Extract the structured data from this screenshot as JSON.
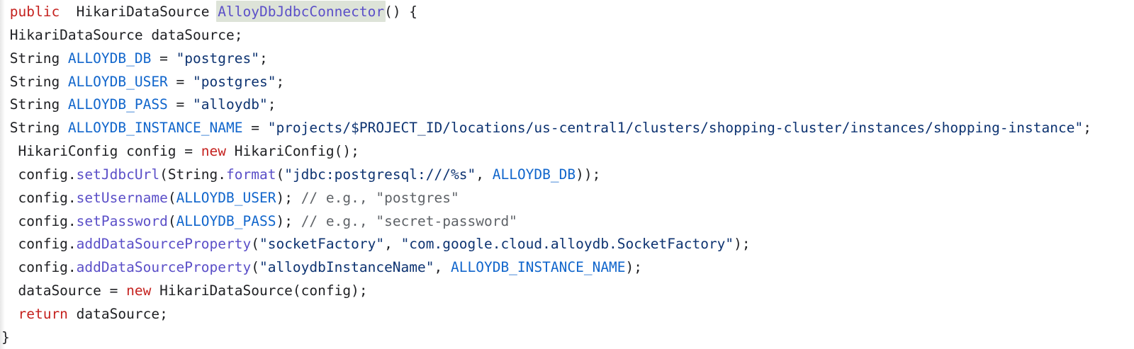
{
  "code_block": {
    "language": "java",
    "highlight_color": "#dde3d8",
    "colors": {
      "plain": "#202124",
      "keyword": "#c5221f",
      "constant": "#1166cc",
      "string": "#0d3371",
      "function": "#5b4fc8",
      "comment": "#5f6368"
    },
    "lines": [
      [
        {
          "t": " ",
          "c": "plain"
        },
        {
          "t": "public",
          "c": "keyword"
        },
        {
          "t": "  HikariDataSource ",
          "c": "plain"
        },
        {
          "t": "AlloyDbJdbcConnector",
          "c": "function",
          "hl": true
        },
        {
          "t": "() {",
          "c": "plain"
        }
      ],
      [
        {
          "t": " HikariDataSource dataSource;",
          "c": "plain"
        }
      ],
      [
        {
          "t": " String ",
          "c": "plain"
        },
        {
          "t": "ALLOYDB_DB",
          "c": "constant"
        },
        {
          "t": " = ",
          "c": "plain"
        },
        {
          "t": "\"postgres\"",
          "c": "string"
        },
        {
          "t": ";",
          "c": "plain"
        }
      ],
      [
        {
          "t": " String ",
          "c": "plain"
        },
        {
          "t": "ALLOYDB_USER",
          "c": "constant"
        },
        {
          "t": " = ",
          "c": "plain"
        },
        {
          "t": "\"postgres\"",
          "c": "string"
        },
        {
          "t": ";",
          "c": "plain"
        }
      ],
      [
        {
          "t": " String ",
          "c": "plain"
        },
        {
          "t": "ALLOYDB_PASS",
          "c": "constant"
        },
        {
          "t": " = ",
          "c": "plain"
        },
        {
          "t": "\"alloydb\"",
          "c": "string"
        },
        {
          "t": ";",
          "c": "plain"
        }
      ],
      [
        {
          "t": " String ",
          "c": "plain"
        },
        {
          "t": "ALLOYDB_INSTANCE_NAME",
          "c": "constant"
        },
        {
          "t": " = ",
          "c": "plain"
        },
        {
          "t": "\"projects/$PROJECT_ID/locations/us-central1/clusters/shopping-cluster/instances/shopping-instance\"",
          "c": "string"
        },
        {
          "t": ";",
          "c": "plain"
        }
      ],
      [
        {
          "t": "  HikariConfig config = ",
          "c": "plain"
        },
        {
          "t": "new",
          "c": "keyword"
        },
        {
          "t": " HikariConfig();",
          "c": "plain"
        }
      ],
      [
        {
          "t": "  config.",
          "c": "plain"
        },
        {
          "t": "setJdbcUrl",
          "c": "function"
        },
        {
          "t": "(String.",
          "c": "plain"
        },
        {
          "t": "format",
          "c": "function"
        },
        {
          "t": "(",
          "c": "plain"
        },
        {
          "t": "\"jdbc:postgresql:///%s\"",
          "c": "string"
        },
        {
          "t": ", ",
          "c": "plain"
        },
        {
          "t": "ALLOYDB_DB",
          "c": "constant"
        },
        {
          "t": "));",
          "c": "plain"
        }
      ],
      [
        {
          "t": "  config.",
          "c": "plain"
        },
        {
          "t": "setUsername",
          "c": "function"
        },
        {
          "t": "(",
          "c": "plain"
        },
        {
          "t": "ALLOYDB_USER",
          "c": "constant"
        },
        {
          "t": "); ",
          "c": "plain"
        },
        {
          "t": "// e.g., \"postgres\"",
          "c": "comment"
        }
      ],
      [
        {
          "t": "  config.",
          "c": "plain"
        },
        {
          "t": "setPassword",
          "c": "function"
        },
        {
          "t": "(",
          "c": "plain"
        },
        {
          "t": "ALLOYDB_PASS",
          "c": "constant"
        },
        {
          "t": "); ",
          "c": "plain"
        },
        {
          "t": "// e.g., \"secret-password\"",
          "c": "comment"
        }
      ],
      [
        {
          "t": "  config.",
          "c": "plain"
        },
        {
          "t": "addDataSourceProperty",
          "c": "function"
        },
        {
          "t": "(",
          "c": "plain"
        },
        {
          "t": "\"socketFactory\"",
          "c": "string"
        },
        {
          "t": ", ",
          "c": "plain"
        },
        {
          "t": "\"com.google.cloud.alloydb.SocketFactory\"",
          "c": "string"
        },
        {
          "t": ");",
          "c": "plain"
        }
      ],
      [
        {
          "t": "  config.",
          "c": "plain"
        },
        {
          "t": "addDataSourceProperty",
          "c": "function"
        },
        {
          "t": "(",
          "c": "plain"
        },
        {
          "t": "\"alloydbInstanceName\"",
          "c": "string"
        },
        {
          "t": ", ",
          "c": "plain"
        },
        {
          "t": "ALLOYDB_INSTANCE_NAME",
          "c": "constant"
        },
        {
          "t": ");",
          "c": "plain"
        }
      ],
      [
        {
          "t": "  dataSource = ",
          "c": "plain"
        },
        {
          "t": "new",
          "c": "keyword"
        },
        {
          "t": " HikariDataSource(config);",
          "c": "plain"
        }
      ],
      [
        {
          "t": "  ",
          "c": "plain"
        },
        {
          "t": "return",
          "c": "keyword"
        },
        {
          "t": " dataSource;",
          "c": "plain"
        }
      ],
      [
        {
          "t": "}",
          "c": "plain"
        }
      ]
    ]
  }
}
